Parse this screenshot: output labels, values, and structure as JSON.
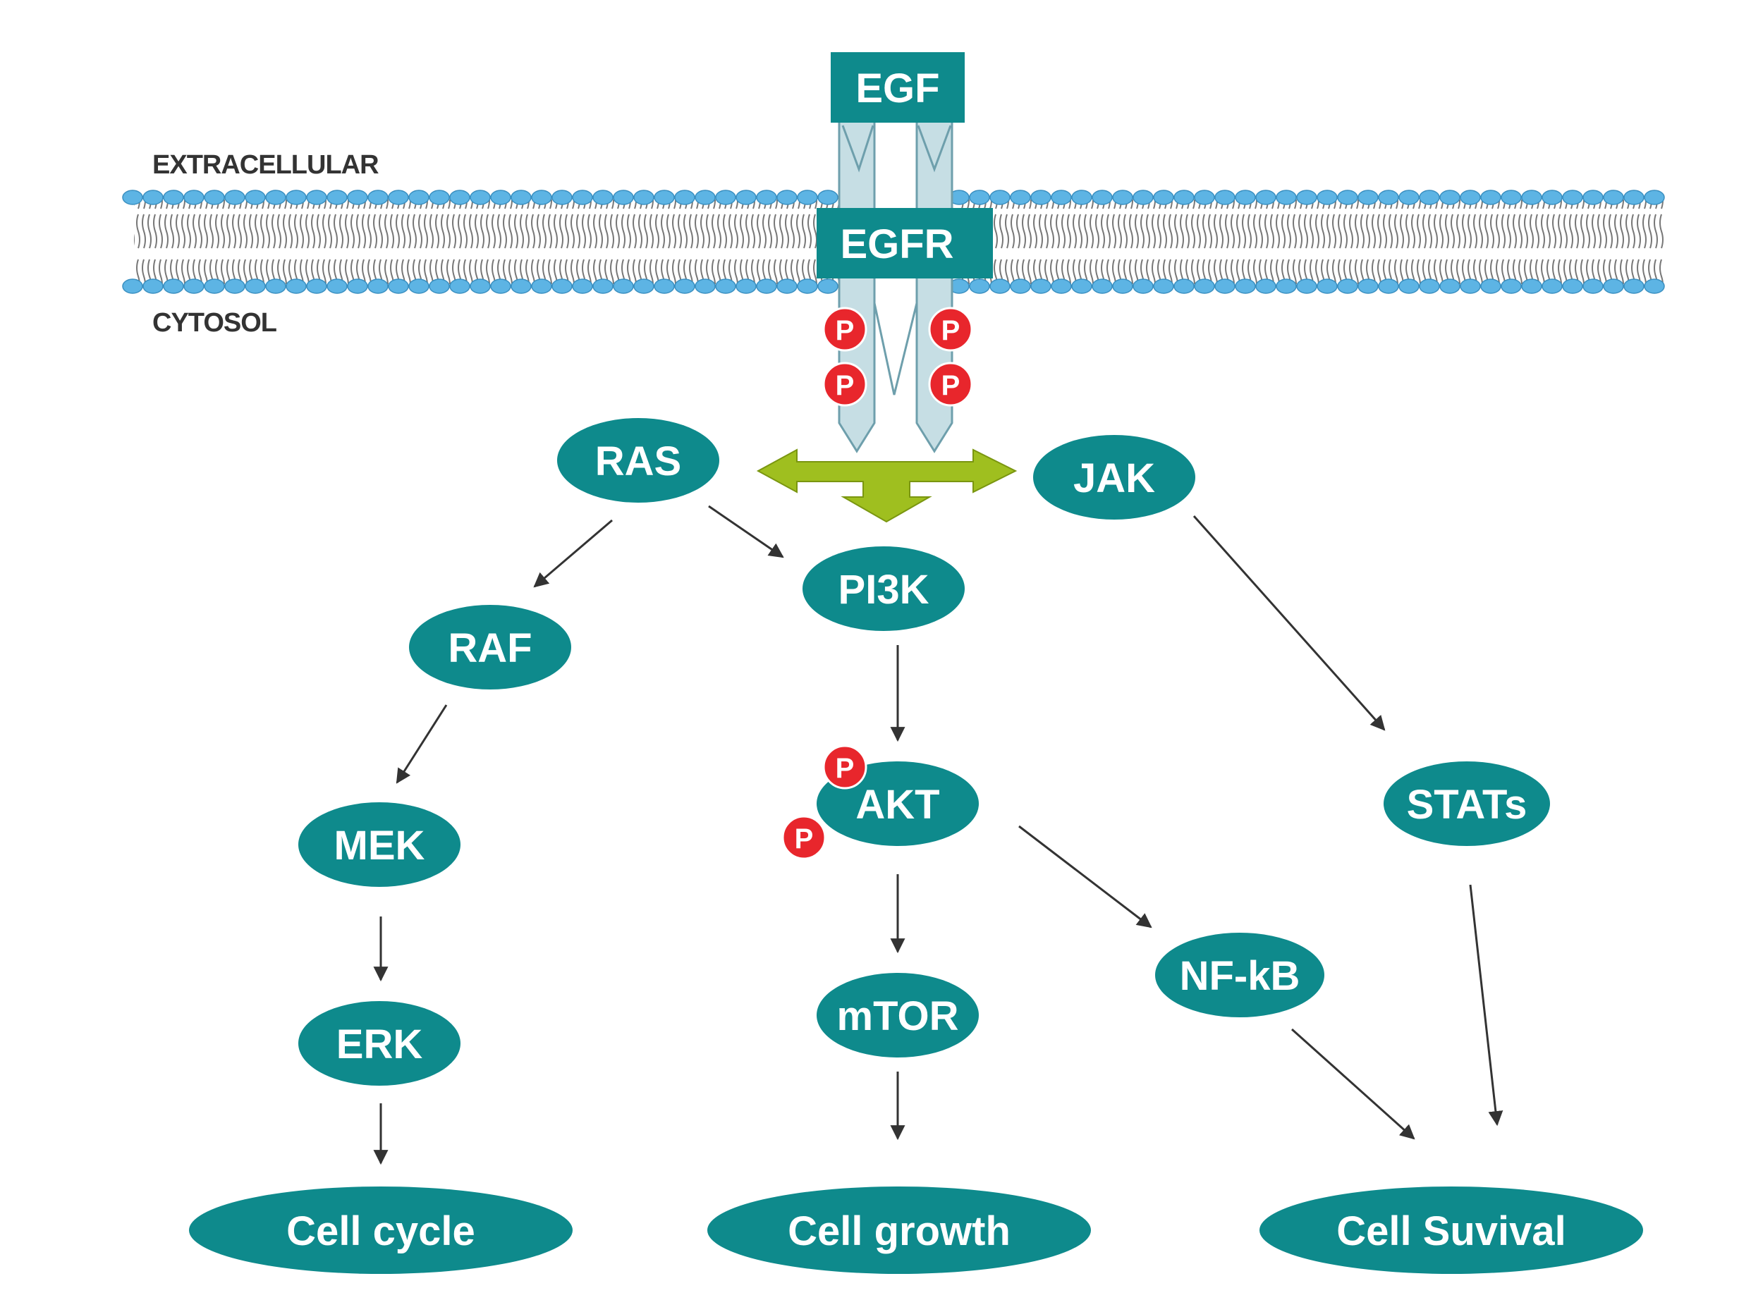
{
  "colors": {
    "node_fill": "#0e8a8c",
    "node_text": "#ffffff",
    "lipid_head": "#5db4e4",
    "receptor_fill": "#c6dee4",
    "receptor_stroke": "#6e9fac",
    "phospho_fill": "#e8262c",
    "transport_arrow": "#9fbf1f",
    "arrow": "#333333"
  },
  "regions": {
    "extracellular": "EXTRACELLULAR",
    "cytosol": "CYTOSOL"
  },
  "receptor": {
    "ligand": "EGF",
    "receptor": "EGFR",
    "phospho": "P"
  },
  "nodes": {
    "ras": "RAS",
    "jak": "JAK",
    "pi3k": "PI3K",
    "raf": "RAF",
    "mek": "MEK",
    "erk": "ERK",
    "akt": "AKT",
    "mtor": "mTOR",
    "nfkb": "NF-kB",
    "stats": "STATs"
  },
  "outcomes": {
    "cell_cycle": "Cell cycle",
    "cell_growth": "Cell growth",
    "cell_survival": "Cell Suvival"
  }
}
